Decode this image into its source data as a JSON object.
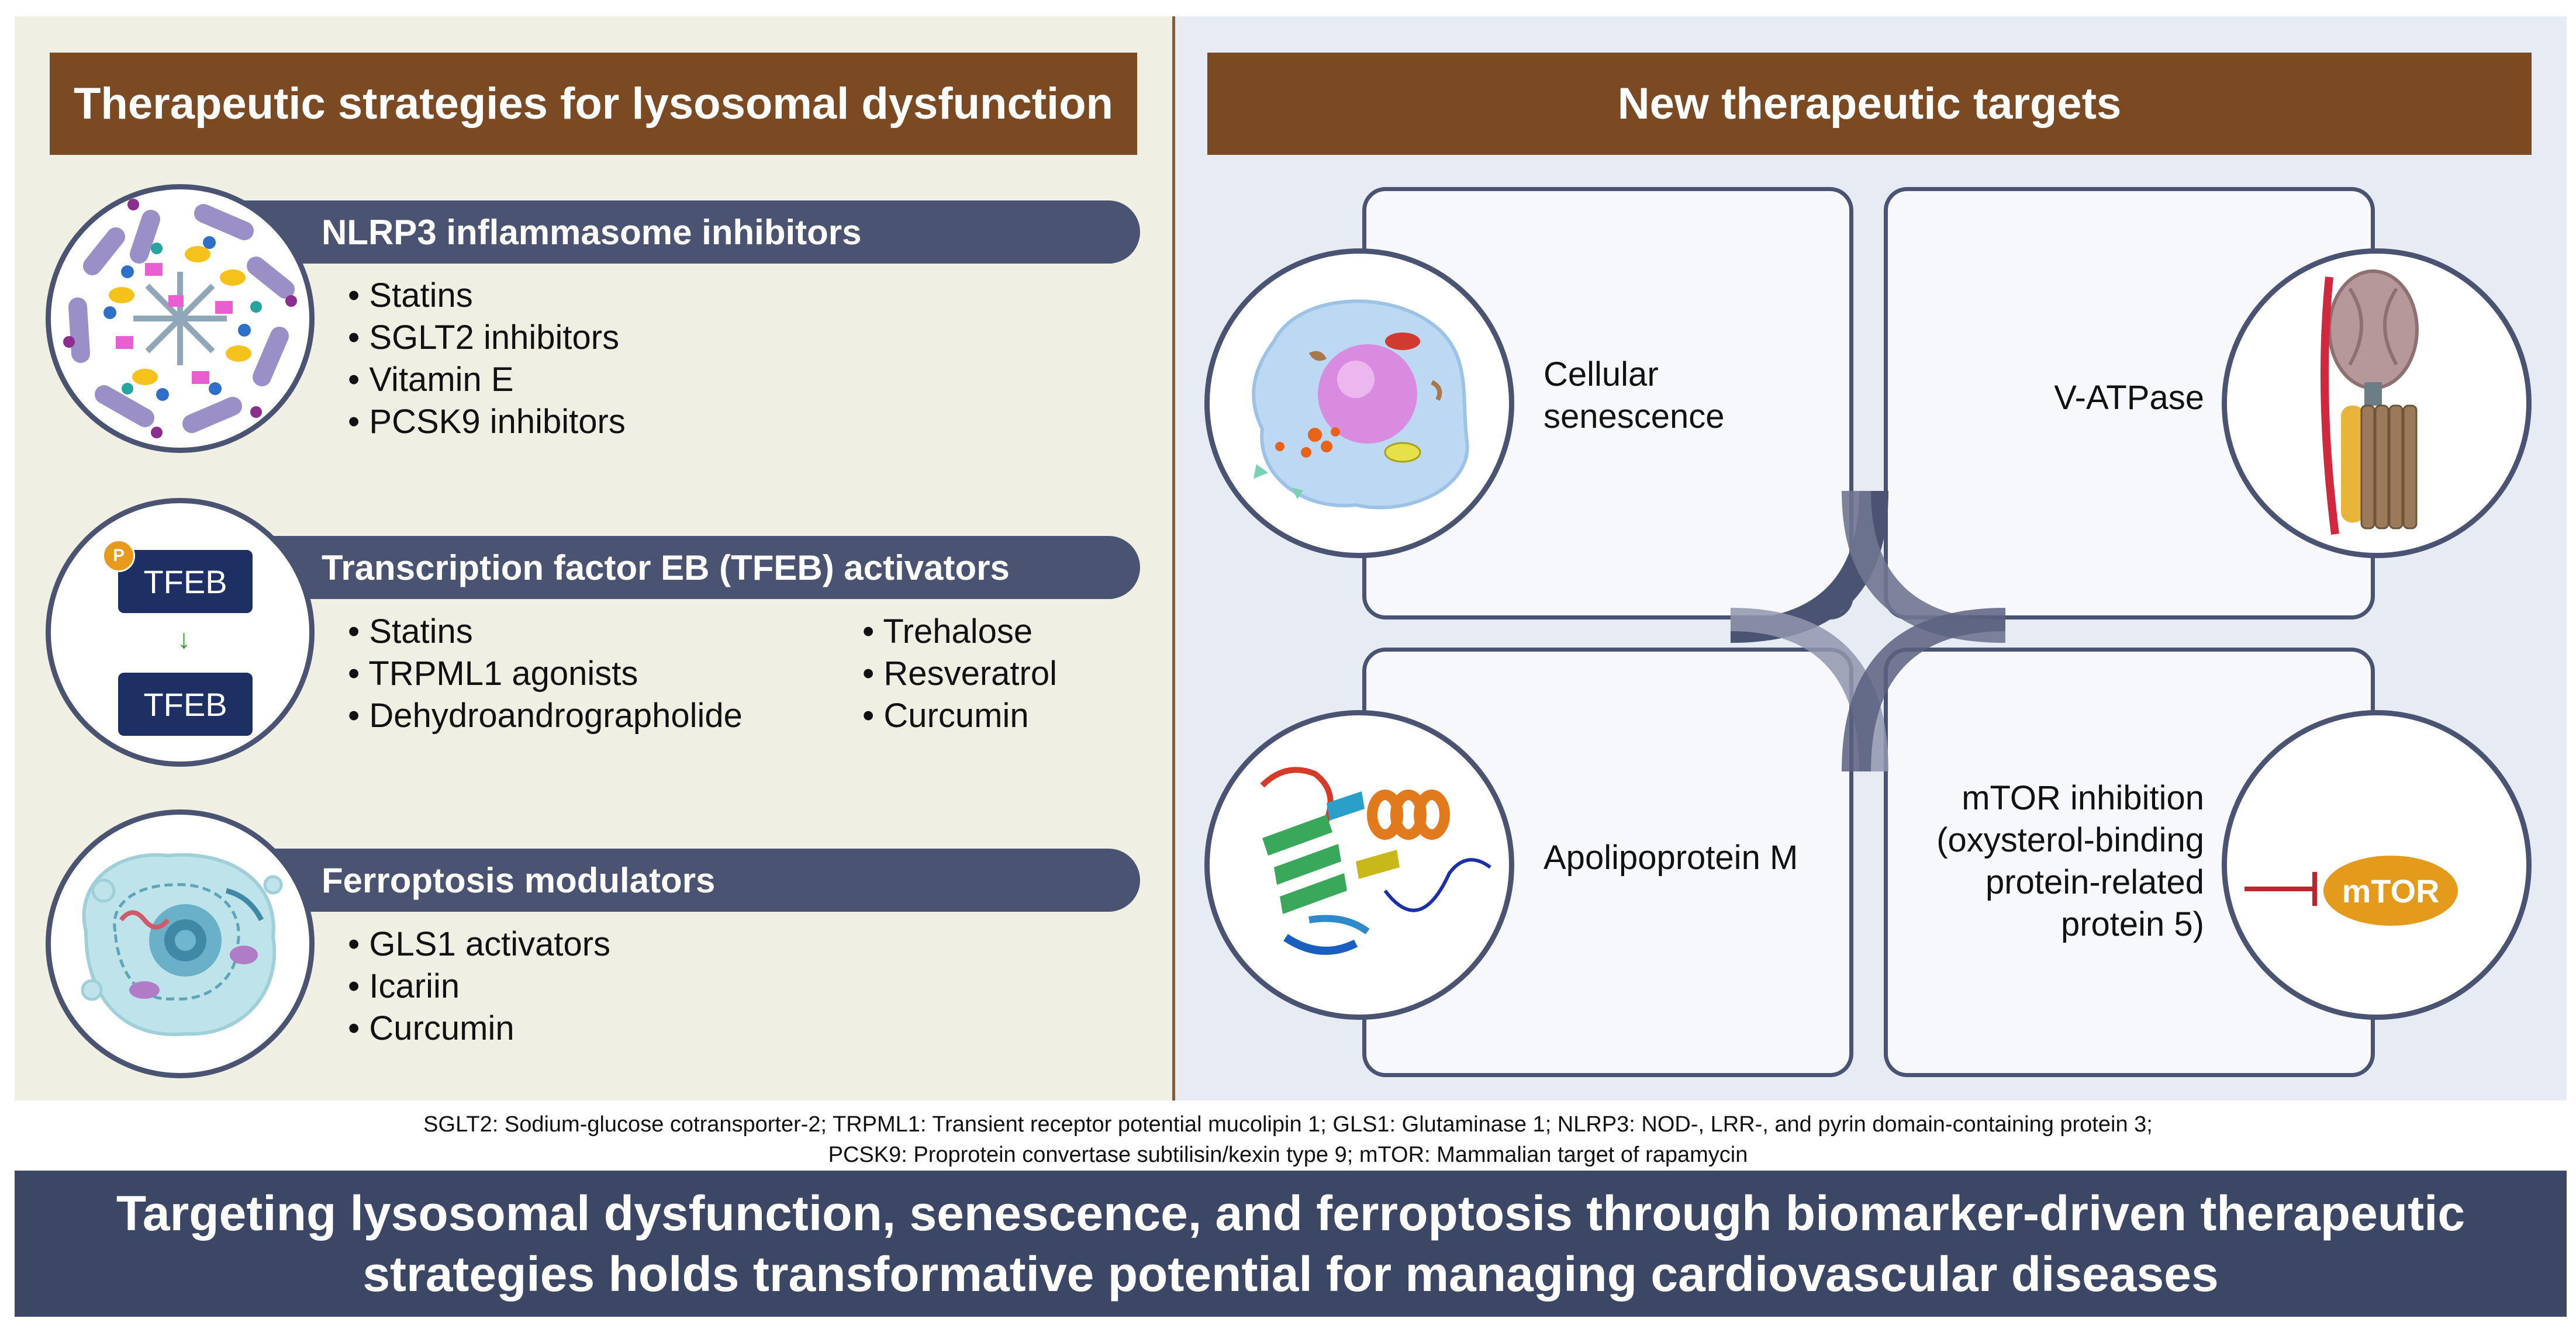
{
  "left": {
    "title": "Therapeutic strategies for lysosomal dysfunction",
    "sections": [
      {
        "title": "NLRP3 inflammasome inhibitors",
        "items": [
          "Statins",
          "SGLT2 inhibitors",
          "Vitamin E",
          "PCSK9 inhibitors"
        ]
      },
      {
        "title": "Transcription factor EB (TFEB) activators",
        "items_col1": [
          "Statins",
          "TRPML1 agonists",
          "Dehydroandrographolide"
        ],
        "items_col2": [
          "Trehalose",
          "Resveratrol",
          "Curcumin"
        ],
        "icon_label_top": "TFEB",
        "icon_label_bottom": "TFEB",
        "badge": "P"
      },
      {
        "title": "Ferroptosis modulators",
        "items": [
          "GLS1 activators",
          "Icariin",
          "Curcumin"
        ]
      }
    ]
  },
  "right": {
    "title": "New therapeutic targets",
    "targets": [
      {
        "label": "Cellular senescence"
      },
      {
        "label": "V-ATPase"
      },
      {
        "label": "Apolipoprotein M"
      },
      {
        "label_lines": [
          "mTOR inhibition",
          "(oxysterol-binding",
          "protein-related",
          "protein 5)"
        ],
        "icon_label": "mTOR"
      }
    ]
  },
  "footnote": {
    "line1": "SGLT2: Sodium-glucose cotransporter-2; TRPML1: Transient receptor potential mucolipin 1; GLS1: Glutaminase 1; NLRP3: NOD-, LRR-, and pyrin domain-containing protein 3;",
    "line2": "PCSK9: Proprotein convertase subtilisin/kexin type 9; mTOR: Mammalian target of rapamycin"
  },
  "conclusion": {
    "line1": "Targeting lysosomal dysfunction, senescence, and ferroptosis through biomarker-driven therapeutic",
    "line2": "strategies holds transformative potential for managing cardiovascular diseases"
  },
  "colors": {
    "brown": "#7b4a22",
    "navy": "#4a5472",
    "left_bg": "#f0efe3",
    "right_bg": "#e7ebf4",
    "bottom_bar": "#3c4766",
    "mtor_orange": "#e49a1a"
  },
  "icons": [
    "inflammasome-icon",
    "tfeb-phosphorylation-icon",
    "ferroptosis-cell-icon",
    "senescent-cell-icon",
    "v-atpase-icon",
    "apolipoprotein-structure-icon",
    "mtor-inhibition-icon"
  ]
}
